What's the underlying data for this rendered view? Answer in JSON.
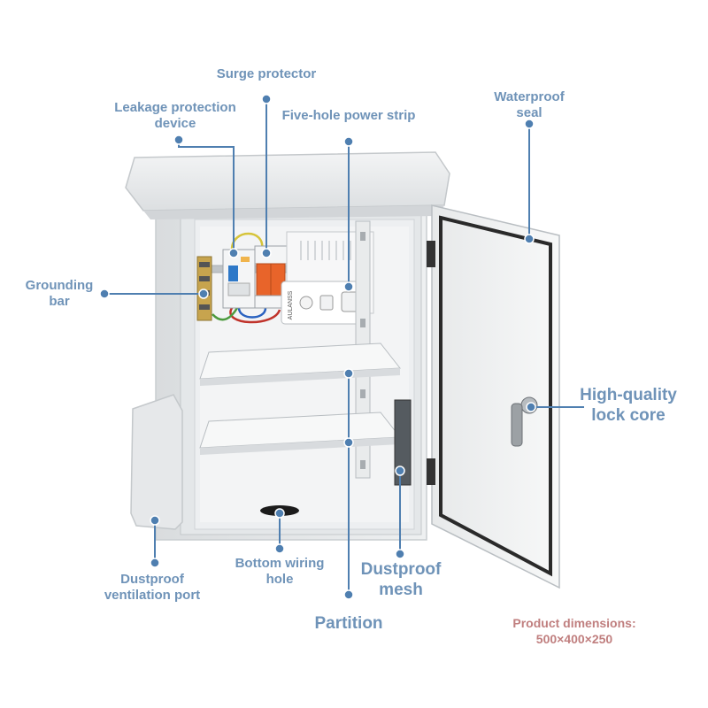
{
  "labels": {
    "surge_protector": "Surge protector",
    "leakage_protection_1": "Leakage protection",
    "leakage_protection_2": "device",
    "power_strip": "Five-hole power strip",
    "waterproof_1": "Waterproof",
    "waterproof_2": "seal",
    "grounding_1": "Grounding",
    "grounding_2": "bar",
    "lock_1": "High-quality",
    "lock_2": "lock core",
    "bottom_hole_1": "Bottom wiring",
    "bottom_hole_2": "hole",
    "dustproof_mesh_1": "Dustproof",
    "dustproof_mesh_2": "mesh",
    "ventilation_1": "Dustproof",
    "ventilation_2": "ventilation port",
    "partition": "Partition",
    "strip_brand": "AULANSS"
  },
  "dimensions": {
    "title": "Product dimensions:",
    "value": "500×400×250"
  },
  "colors": {
    "label": "#6f93b8",
    "leader": "#4f7fb0",
    "dimensions": "#c07f7f",
    "enclosure": "#eceeef",
    "breaker_orange": "#e8642a",
    "breaker_blue": "#2d78c8"
  }
}
